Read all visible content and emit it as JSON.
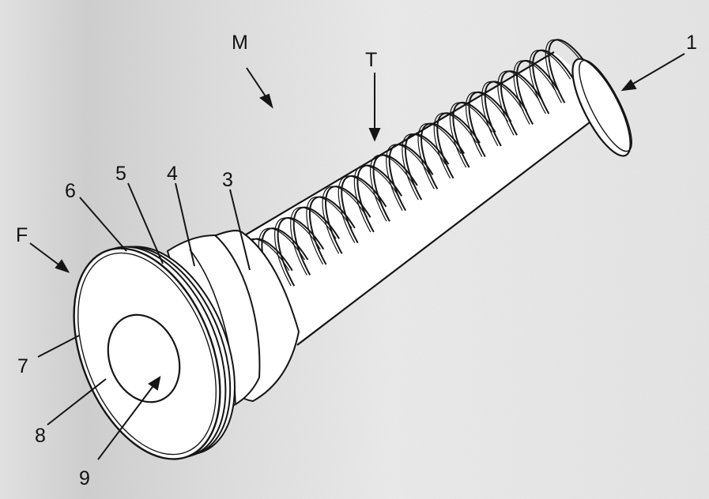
{
  "labels": {
    "M": "M",
    "T": "T",
    "one": "1",
    "three": "3",
    "four": "4",
    "five": "5",
    "six": "6",
    "F": "F",
    "seven": "7",
    "eight": "8",
    "nine": "9"
  },
  "thread_turns": 20,
  "colors": {
    "paper": "#e9e9e9",
    "shadow": "#c9c9c9",
    "ink": "#151515",
    "metal": "#ffffff"
  }
}
